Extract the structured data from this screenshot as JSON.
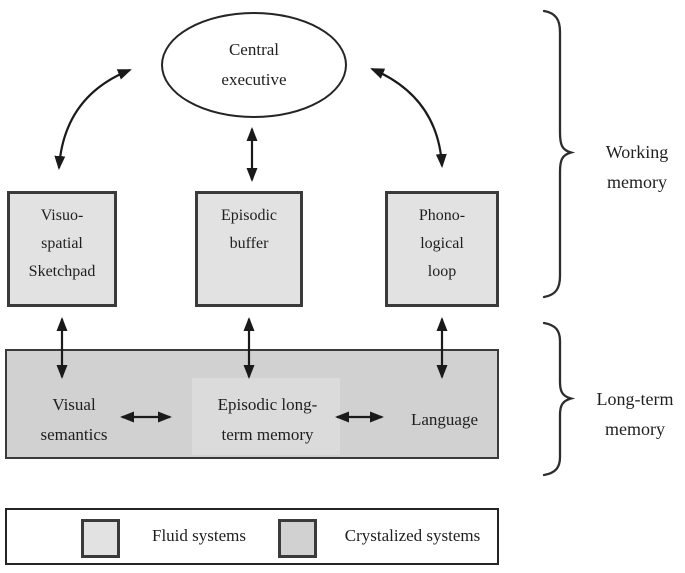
{
  "central_executive": {
    "lines": [
      "Central",
      "executive"
    ]
  },
  "boxes": [
    {
      "name": "visuo-spatial-sketchpad",
      "lines": [
        "Visuo-",
        "spatial",
        "Sketchpad"
      ]
    },
    {
      "name": "episodic-buffer",
      "lines": [
        "Episodic",
        "buffer"
      ]
    },
    {
      "name": "phonological-loop",
      "lines": [
        "Phono-",
        "logical",
        "loop"
      ]
    }
  ],
  "long_term": {
    "items": [
      {
        "name": "visual-semantics",
        "lines": [
          "Visual",
          "semantics"
        ]
      },
      {
        "name": "episodic-long-term-memory",
        "lines": [
          "Episodic long-",
          "term memory"
        ]
      },
      {
        "name": "language",
        "lines": [
          "Language"
        ]
      }
    ]
  },
  "brackets": {
    "working_memory": {
      "lines": [
        "Working",
        "memory"
      ]
    },
    "long_term_memory": {
      "lines": [
        "Long-term",
        "memory"
      ]
    }
  },
  "legend": {
    "items": [
      {
        "label": "Fluid systems",
        "swatch_color": "#e2e2e2"
      },
      {
        "label": "Crystalized systems",
        "swatch_color": "#d1d1d1"
      }
    ]
  },
  "colors": {
    "fluid_fill": "#e2e2e2",
    "crystalized_fill": "#d1d1d1",
    "box_border": "#3a3a3a",
    "arrow_line": "#1a1a1a",
    "background": "#ffffff"
  }
}
